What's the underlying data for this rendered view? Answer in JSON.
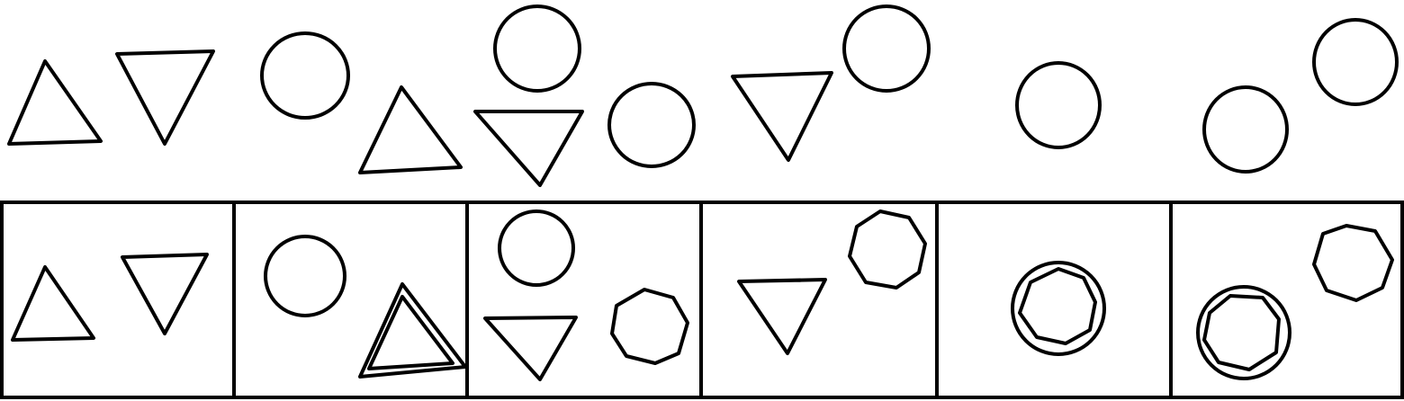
{
  "stroke_color": "#000000",
  "background_color": "#ffffff",
  "top_row": {
    "shapes": [
      "triangle-up",
      "triangle-down",
      "circle",
      "triangle-up",
      "circle",
      "triangle-down",
      "circle",
      "triangle-down",
      "circle",
      "circle",
      "circle",
      "circle"
    ]
  },
  "bottom_row": {
    "panels": [
      {
        "shapes": [
          "triangle-up",
          "triangle-down"
        ]
      },
      {
        "shapes": [
          "circle",
          "double-triangle"
        ]
      },
      {
        "shapes": [
          "circle",
          "triangle-down",
          "octagon"
        ]
      },
      {
        "shapes": [
          "triangle-down",
          "octagon"
        ]
      },
      {
        "shapes": [
          "circle-with-octagon"
        ]
      },
      {
        "shapes": [
          "octagon",
          "circle-with-octagon"
        ]
      }
    ]
  }
}
